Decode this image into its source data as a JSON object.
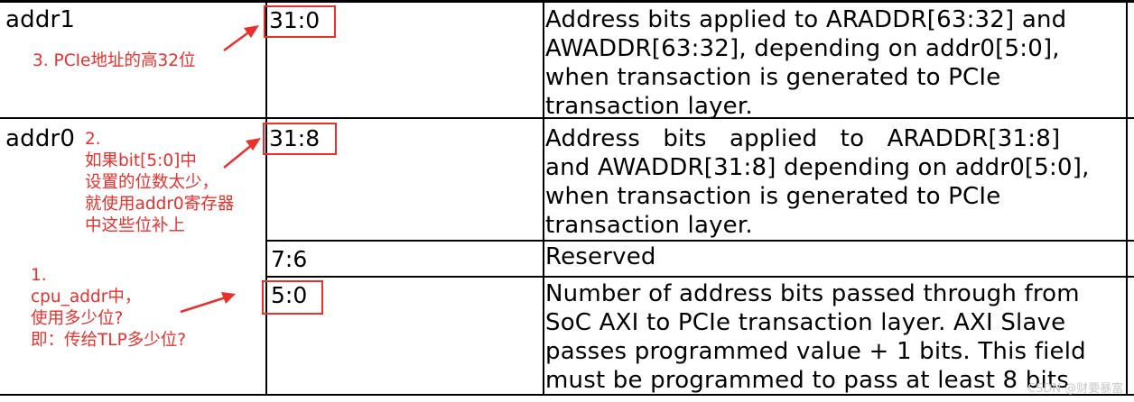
{
  "table": {
    "rows": [
      {
        "name": "addr1",
        "bits": "31:0",
        "description_lines": [
          "Address bits applied to ARADDR[63:32] and",
          "AWADDR[63:32], depending on addr0[5:0],",
          "when transaction is generated to PCIe",
          "transaction layer."
        ]
      },
      {
        "name": "addr0",
        "bits": "31:8",
        "description_lines": [
          "Address   bits   applied   to   ARADDR[31:8]",
          "and AWADDR[31:8] depending on addr0[5:0],",
          "when transaction is generated to PCIe",
          "transaction layer."
        ]
      },
      {
        "bits": "7:6",
        "description_lines": [
          "Reserved"
        ]
      },
      {
        "bits": "5:0",
        "description_lines": [
          "Number of address bits passed through from",
          "SoC AXI to PCIe transaction layer. AXI Slave",
          "passes programmed value + 1 bits. This field",
          "must be programmed to pass at least 8 bits"
        ]
      }
    ]
  },
  "annotations": {
    "note3": "3. PCIe地址的高32位",
    "note2": "2.\n如果bit[5:0]中\n设置的位数太少，\n就使用addr0寄存器\n中这些位补上",
    "note1": "1.\ncpu_addr中，\n使用多少位?\n即：传给TLP多少位?",
    "color": "#e8302d"
  },
  "watermark": "CSDN @财要暴富"
}
